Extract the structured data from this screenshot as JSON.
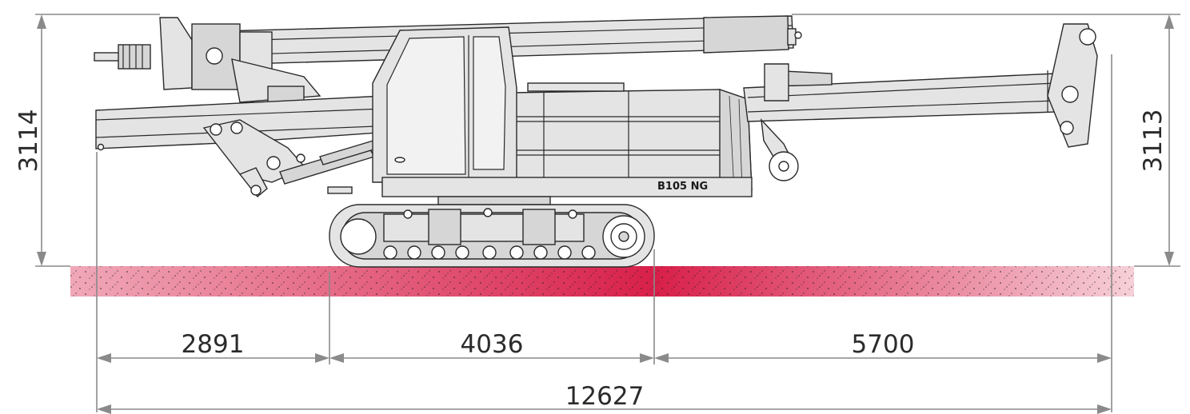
{
  "machine": {
    "model": "B105 NG"
  },
  "dimensions": {
    "height_left": "3114",
    "height_right": "3113",
    "rear_overhang": "2891",
    "track_length": "4036",
    "front_overhang": "5700",
    "overall_length": "12627"
  },
  "colors": {
    "ground_dark": "#d81f4a",
    "ground_light": "#f4c4cf",
    "dimension_line": "#8a8a8a",
    "machine_fill": "#e4e4e4",
    "outline": "#2a2a2a"
  }
}
